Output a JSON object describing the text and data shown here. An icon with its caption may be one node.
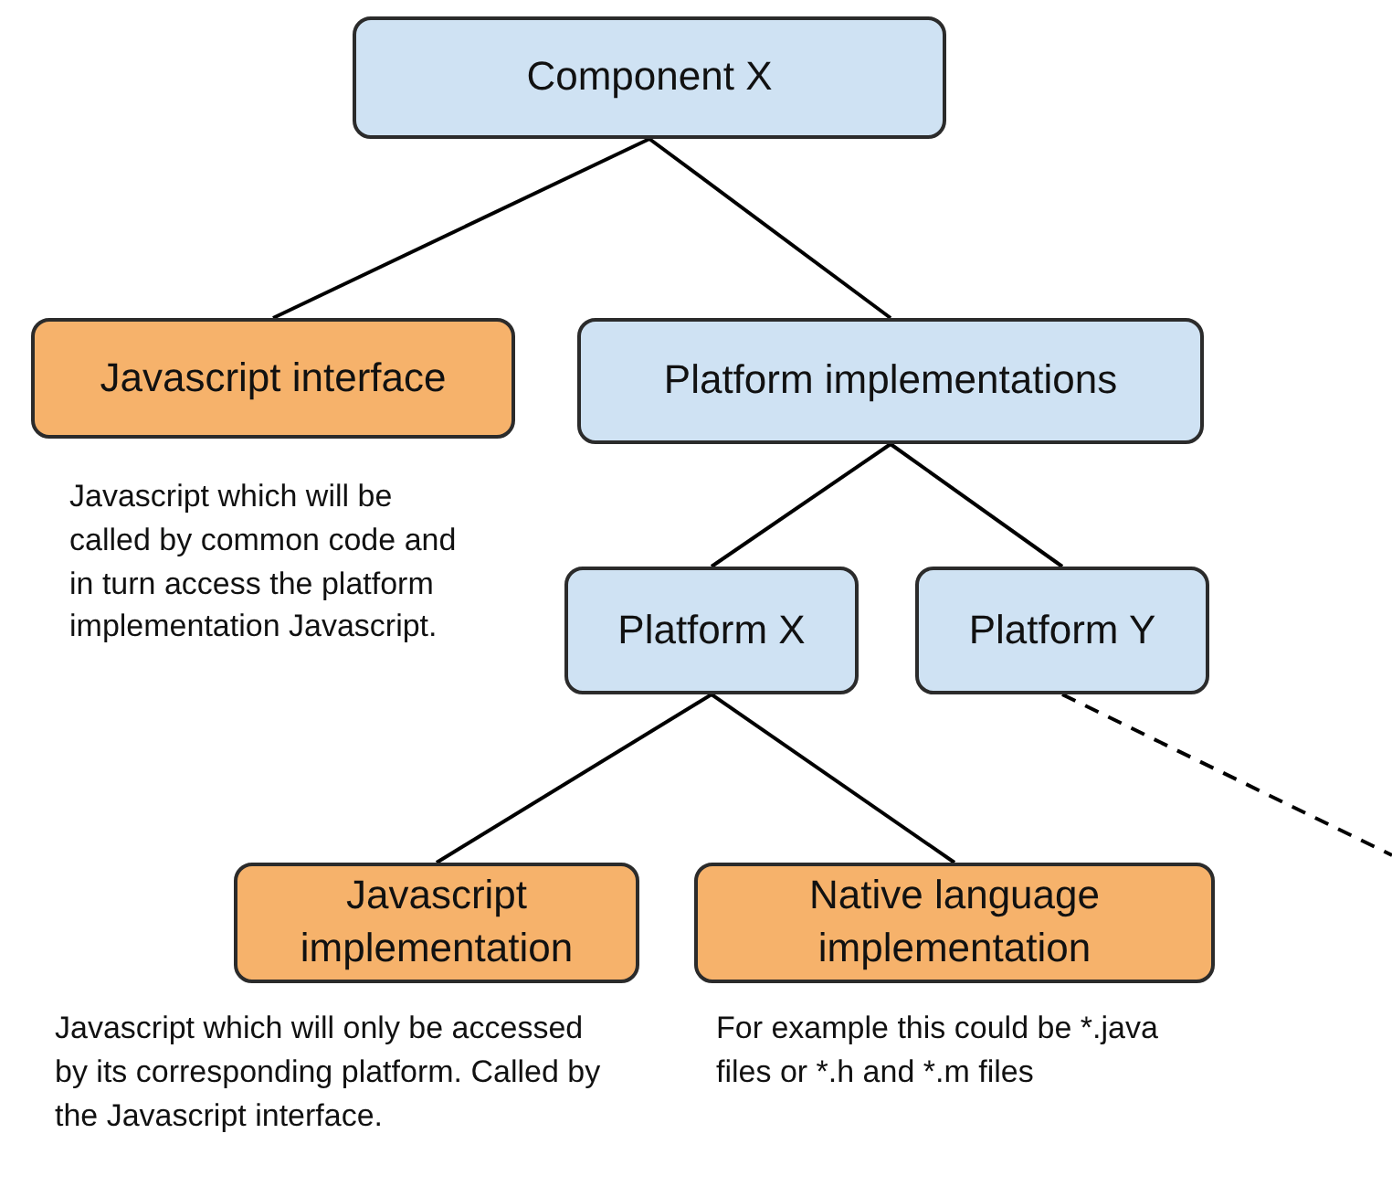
{
  "diagram": {
    "nodes": [
      {
        "text": [
          "Component X"
        ]
      },
      {
        "text": [
          "Javascript interface"
        ],
        "beside": [
          "Javascript which will be called by common code and in turn access the platform implementation Javascript."
        ]
      },
      {
        "text": [
          "Platform implementations"
        ]
      },
      {
        "text": [
          "Platform X"
        ]
      },
      {
        "text": [
          "Platform Y"
        ]
      },
      {
        "text": [
          "Javascript implementation"
        ],
        "beside": [
          "Javascript which will only be accessed by its corresponding platform. Called by the Javascript interface."
        ]
      },
      {
        "text": [
          "Native language implementation"
        ],
        "beside": [
          "For example this could be *.java files or *.h and *.m files"
        ]
      }
    ],
    "edges": [
      {
        "from": 0,
        "to": 1,
        "arrow": "none"
      },
      {
        "from": 0,
        "to": 2,
        "arrow": "none"
      },
      {
        "from": 2,
        "to": 3,
        "arrow": "none"
      },
      {
        "from": 2,
        "to": 4,
        "arrow": "none"
      },
      {
        "from": 3,
        "to": 5,
        "arrow": "none"
      },
      {
        "from": 3,
        "to": 6,
        "arrow": "none"
      },
      {
        "from": 4,
        "to": null,
        "arrow": "none",
        "style": "dashed"
      }
    ]
  }
}
